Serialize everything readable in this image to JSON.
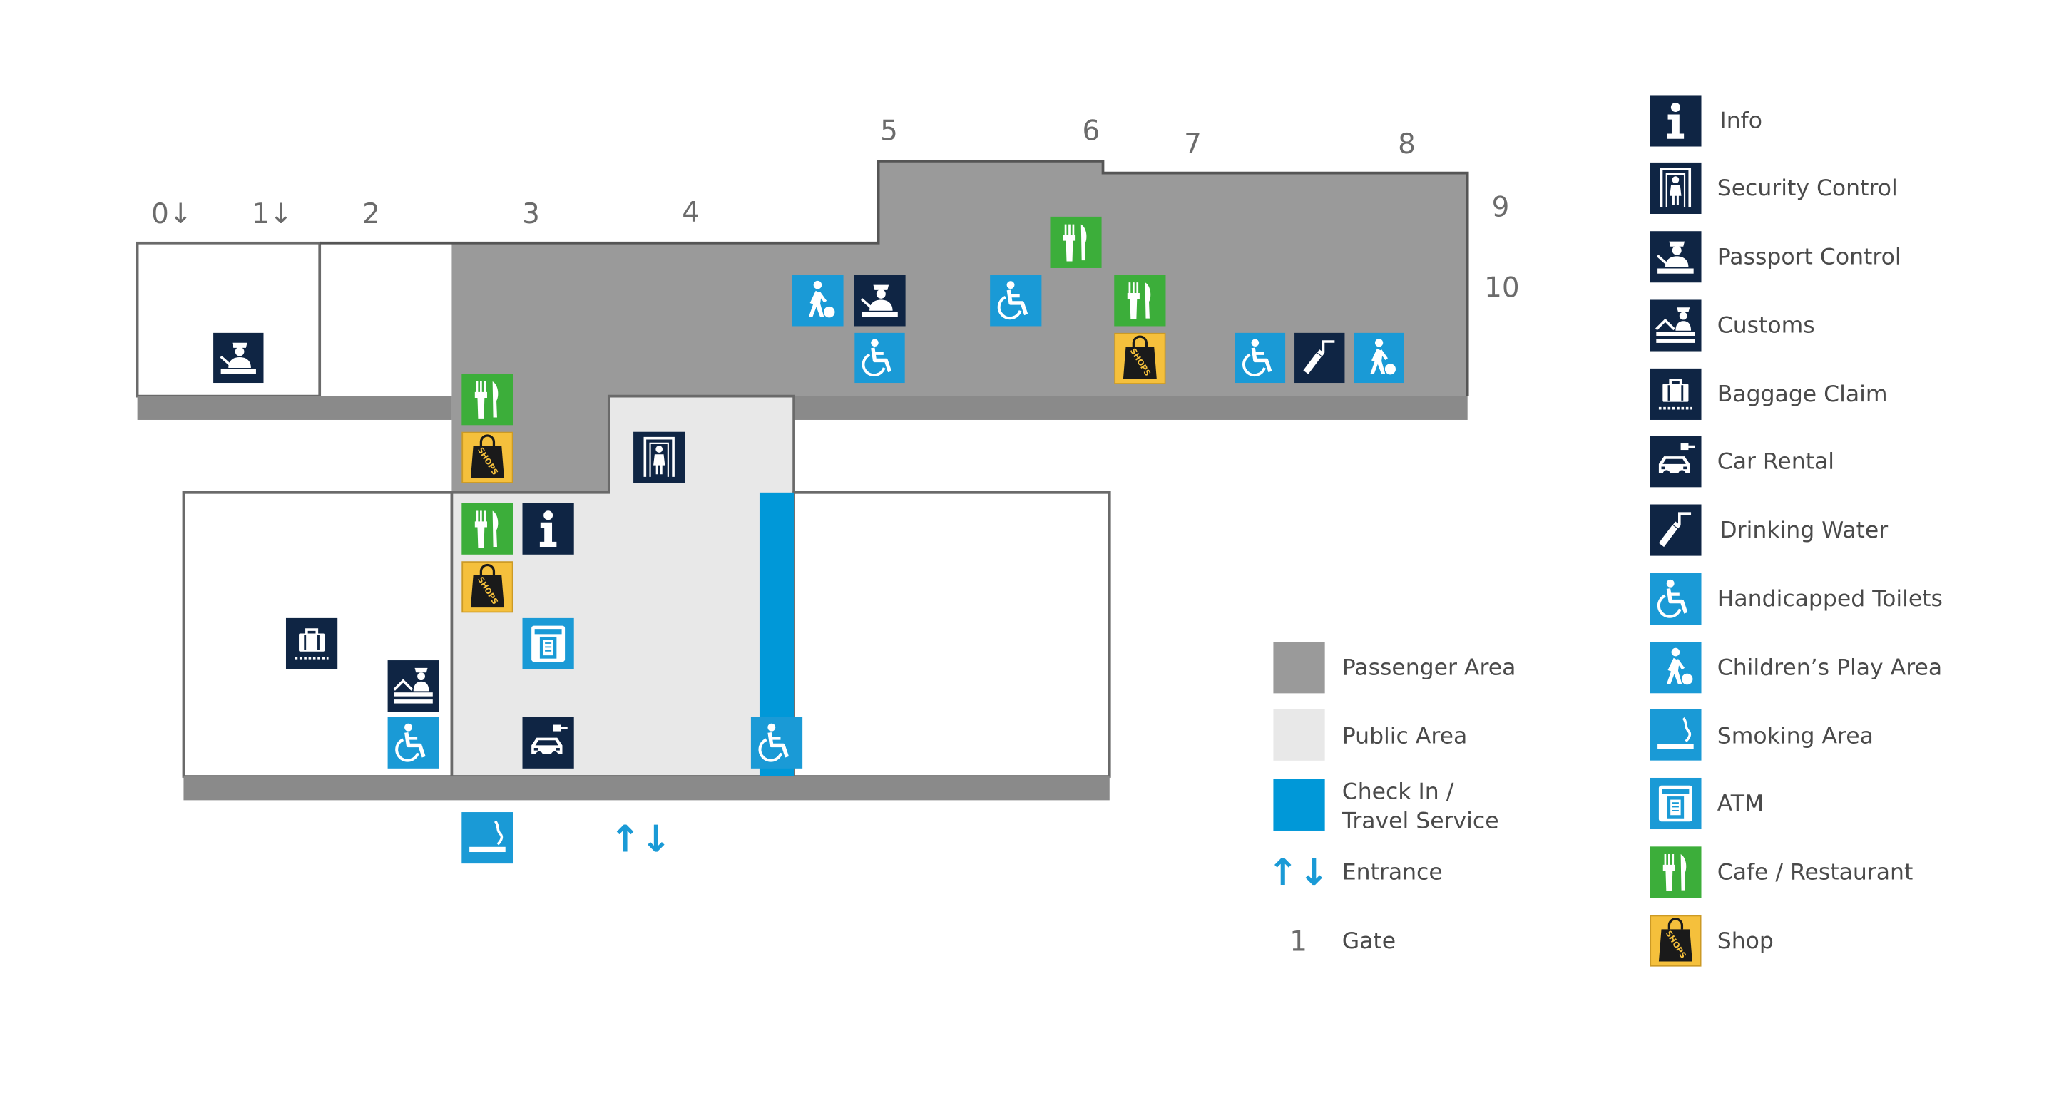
{
  "gates": {
    "g0": "0↓",
    "g1": "1↓",
    "g2": "2",
    "g3": "3",
    "g4": "4",
    "g5": "5",
    "g6": "6",
    "g7": "7",
    "g8": "8",
    "g9": "9",
    "g10": "10"
  },
  "entrance_arrows": "↑↓",
  "area_legend": {
    "passenger": "Passenger Area",
    "public": "Public Area",
    "checkin_line1": "Check In /",
    "checkin_line2": "Travel Service",
    "entrance": "Entrance",
    "gate_number": "1",
    "gate": "Gate"
  },
  "icon_legend": {
    "info": "Info",
    "security": "Security Control",
    "passport": "Passport Control",
    "customs": "Customs",
    "baggage": "Baggage Claim",
    "car_rental": "Car Rental",
    "drinking_water": "Drinking Water",
    "handicapped": "Handicapped Toilets",
    "play_area": "Children’s Play Area",
    "smoking": "Smoking Area",
    "atm": "ATM",
    "cafe": "Cafe / Restaurant",
    "shop": "Shop"
  },
  "shop_sign_text": "SHOPS",
  "colors": {
    "passenger_area": "#9a9a9a",
    "wall": "#8a8a8a",
    "public_area": "#e8e8e8",
    "checkin": "#0098d8",
    "navy": "#0f2544",
    "blue": "#1a9ad6",
    "green": "#3cae3a",
    "yellow": "#f5c03c",
    "gate_text": "#6b6b6b"
  }
}
